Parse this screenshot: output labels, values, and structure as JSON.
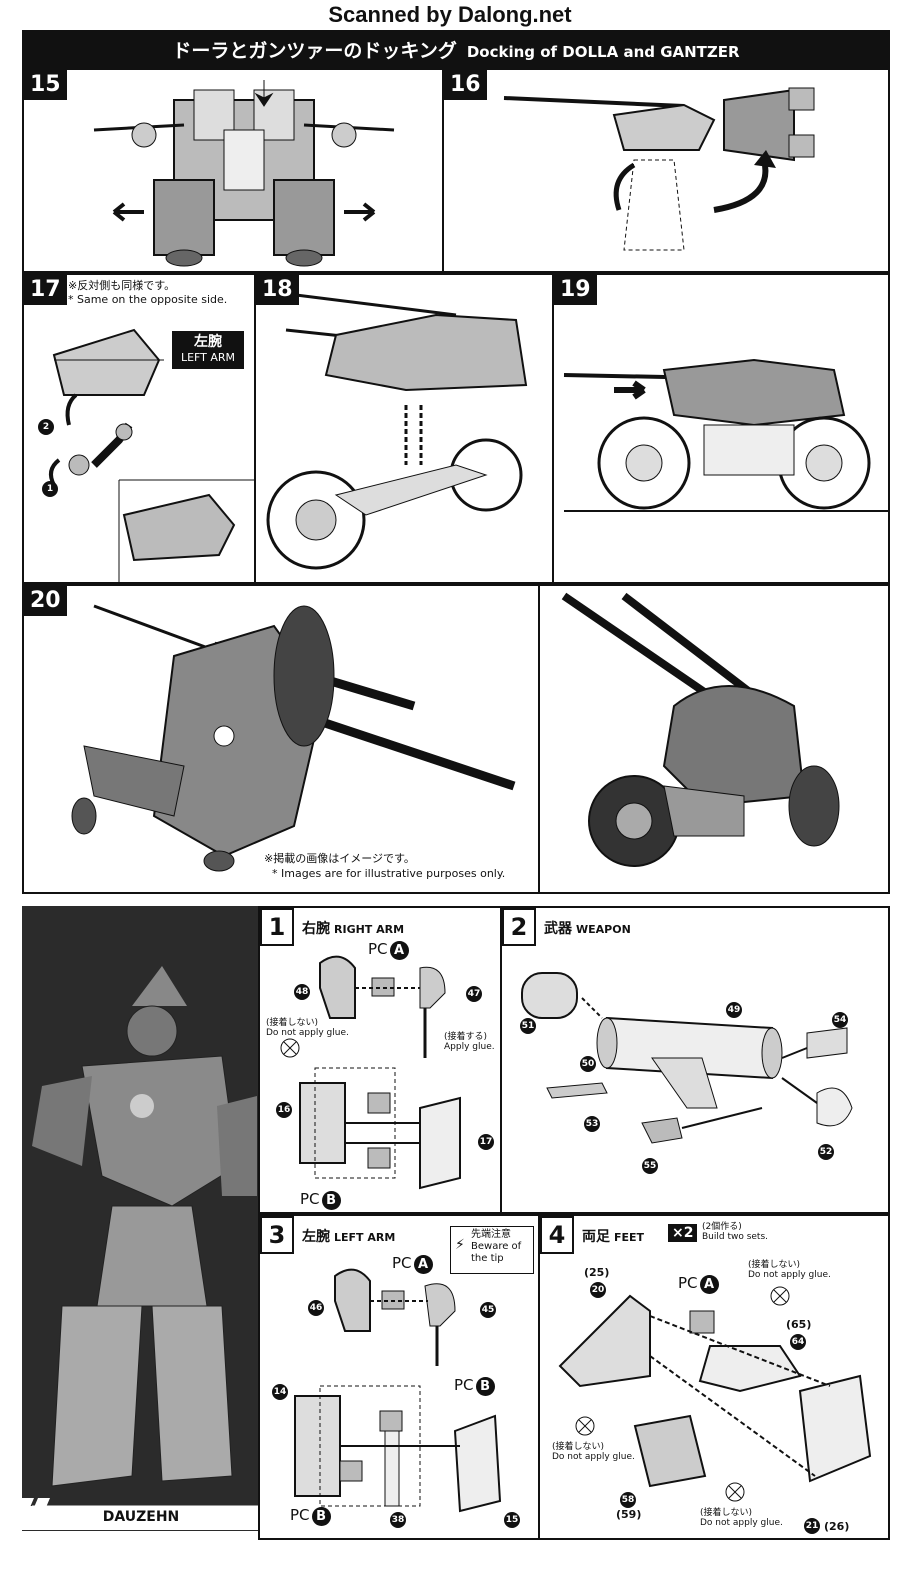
{
  "scan_credit": "Scanned by Dalong.net",
  "title": {
    "ja": "ドーラとガンツァーのドッキング",
    "en": "Docking of DOLLA and GANTZER"
  },
  "steps_top": {
    "s15": "15",
    "s16": "16",
    "s17": "17",
    "s18": "18",
    "s19": "19",
    "s20": "20",
    "s17_note_ja": "※反対側も同様です。",
    "s17_note_en": "* Same on the opposite side.",
    "s17_arm_ja": "左腕",
    "s17_arm_en": "LEFT ARM",
    "s17_order": [
      "1",
      "2"
    ],
    "s20_note_ja": "※掲載の画像はイメージです。",
    "s20_note_en": "* Images are for illustrative purposes only."
  },
  "side_panel": {
    "name": "DAUZEHN"
  },
  "steps_bottom": {
    "b1": {
      "num": "1",
      "ja": "右腕",
      "en": "RIGHT ARM"
    },
    "b2": {
      "num": "2",
      "ja": "武器",
      "en": "WEAPON"
    },
    "b3": {
      "num": "3",
      "ja": "左腕",
      "en": "LEFT ARM"
    },
    "b4": {
      "num": "4",
      "ja": "両足",
      "en": "FEET",
      "times": "×2",
      "times_ja": "(2個作る)",
      "times_en": "Build two sets."
    }
  },
  "labels": {
    "pc": "PC",
    "pc_a": "A",
    "pc_b": "B",
    "no_glue_ja": "(接着しない)",
    "no_glue_en": "Do not apply glue.",
    "apply_glue_ja": "(接着する)",
    "apply_glue_en": "Apply glue.",
    "tip_ja": "先端注意",
    "tip_en1": "Beware of",
    "tip_en2": "the tip"
  },
  "parts": {
    "b1": [
      "48",
      "47",
      "16",
      "17"
    ],
    "b2": [
      "51",
      "50",
      "49",
      "54",
      "53",
      "55",
      "52"
    ],
    "b3": [
      "46",
      "45",
      "14",
      "38",
      "15"
    ],
    "b4": [
      "(25)",
      "20",
      "(65)",
      "64",
      "58",
      "(59)",
      "21",
      "(26)"
    ]
  }
}
